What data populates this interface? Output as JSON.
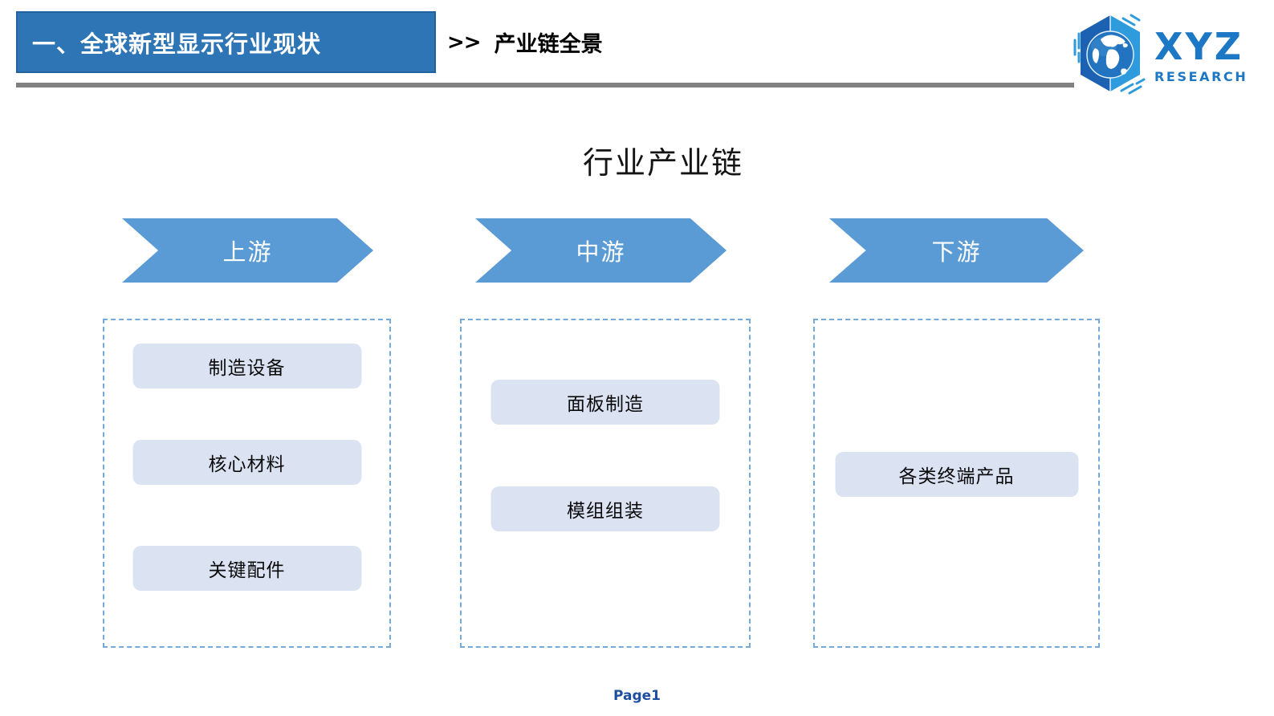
{
  "header": {
    "section_title": "一、全球新型显示行业现状",
    "separator": ">>",
    "page_subtitle": "产业链全景"
  },
  "logo": {
    "brand": "XYZ",
    "brand_sub": "RESEARCH"
  },
  "diagram": {
    "title": "行业产业链",
    "columns": [
      {
        "stage": "上游",
        "items": [
          "制造设备",
          "核心材料",
          "关键配件"
        ]
      },
      {
        "stage": "中游",
        "items": [
          "面板制造",
          "模组组装"
        ]
      },
      {
        "stage": "下游",
        "items": [
          "各类终端产品"
        ]
      }
    ]
  },
  "footer": {
    "page_label": "Page1"
  },
  "colors": {
    "header_bg": "#2E75B6",
    "arrow_fill": "#5B9BD5",
    "pill_fill": "#DBE3F3",
    "dashed_border": "#74A9DC",
    "divider": "#808080",
    "page_label_color": "#1E4E9E",
    "logo_blue": "#1C77C4"
  }
}
